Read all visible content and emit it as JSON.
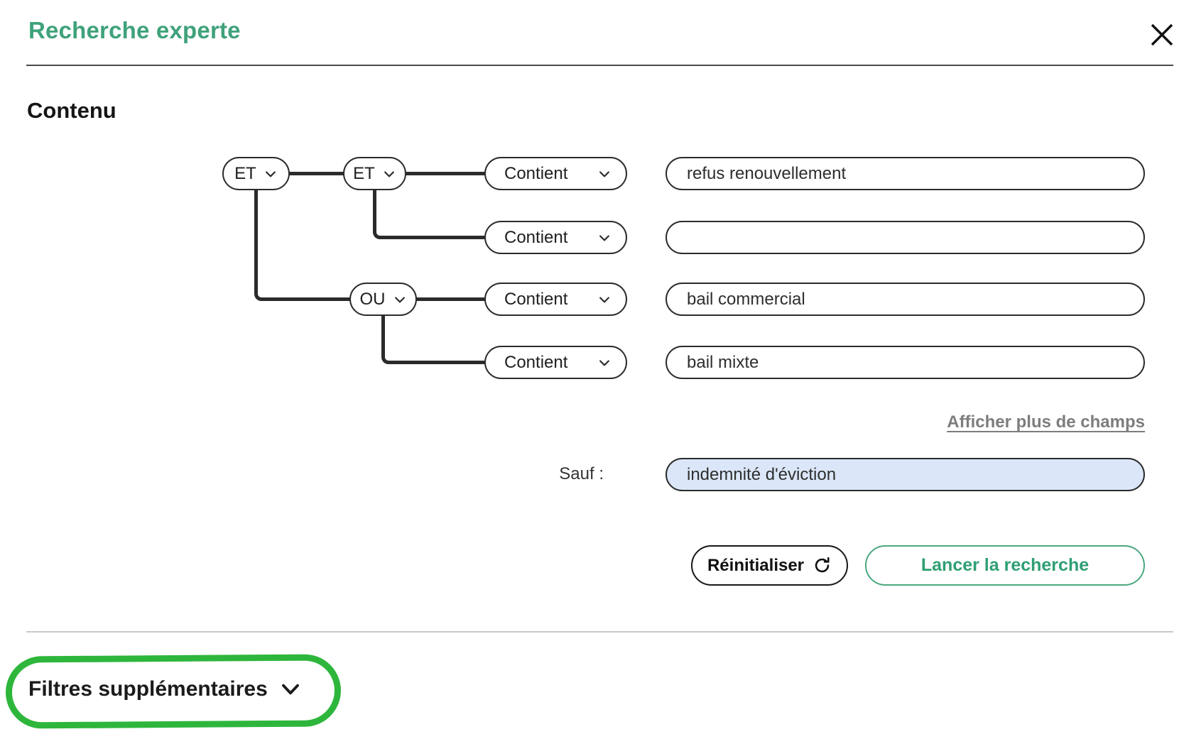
{
  "modal": {
    "title": "Recherche experte"
  },
  "content": {
    "heading": "Contenu",
    "tree": {
      "root_operator": {
        "label": "ET"
      },
      "group1_operator": {
        "label": "ET"
      },
      "group2_operator": {
        "label": "OU"
      },
      "rows": [
        {
          "operator_label": "Contient",
          "value": "refus renouvellement"
        },
        {
          "operator_label": "Contient",
          "value": ""
        },
        {
          "operator_label": "Contient",
          "value": "bail commercial"
        },
        {
          "operator_label": "Contient",
          "value": "bail mixte"
        }
      ]
    },
    "show_more_link": "Afficher plus de champs",
    "except": {
      "label": "Sauf :",
      "value": "indemnité d'éviction"
    },
    "actions": {
      "reset_label": "Réinitialiser",
      "search_label": "Lancer la recherche"
    }
  },
  "filters": {
    "label": "Filtres supplémentaires"
  },
  "icons": {
    "close": "close-icon",
    "dropdown_chevron": "chevron-down-icon",
    "refresh": "refresh-icon",
    "filters_chevron": "chevron-down-icon"
  },
  "colors": {
    "accent_green": "#3fa27a",
    "annotation_green": "#2eb63c",
    "except_field_bg": "#dbe7f8",
    "link_gray": "#7d7d7d",
    "tree_line": "#2b2b2b"
  }
}
